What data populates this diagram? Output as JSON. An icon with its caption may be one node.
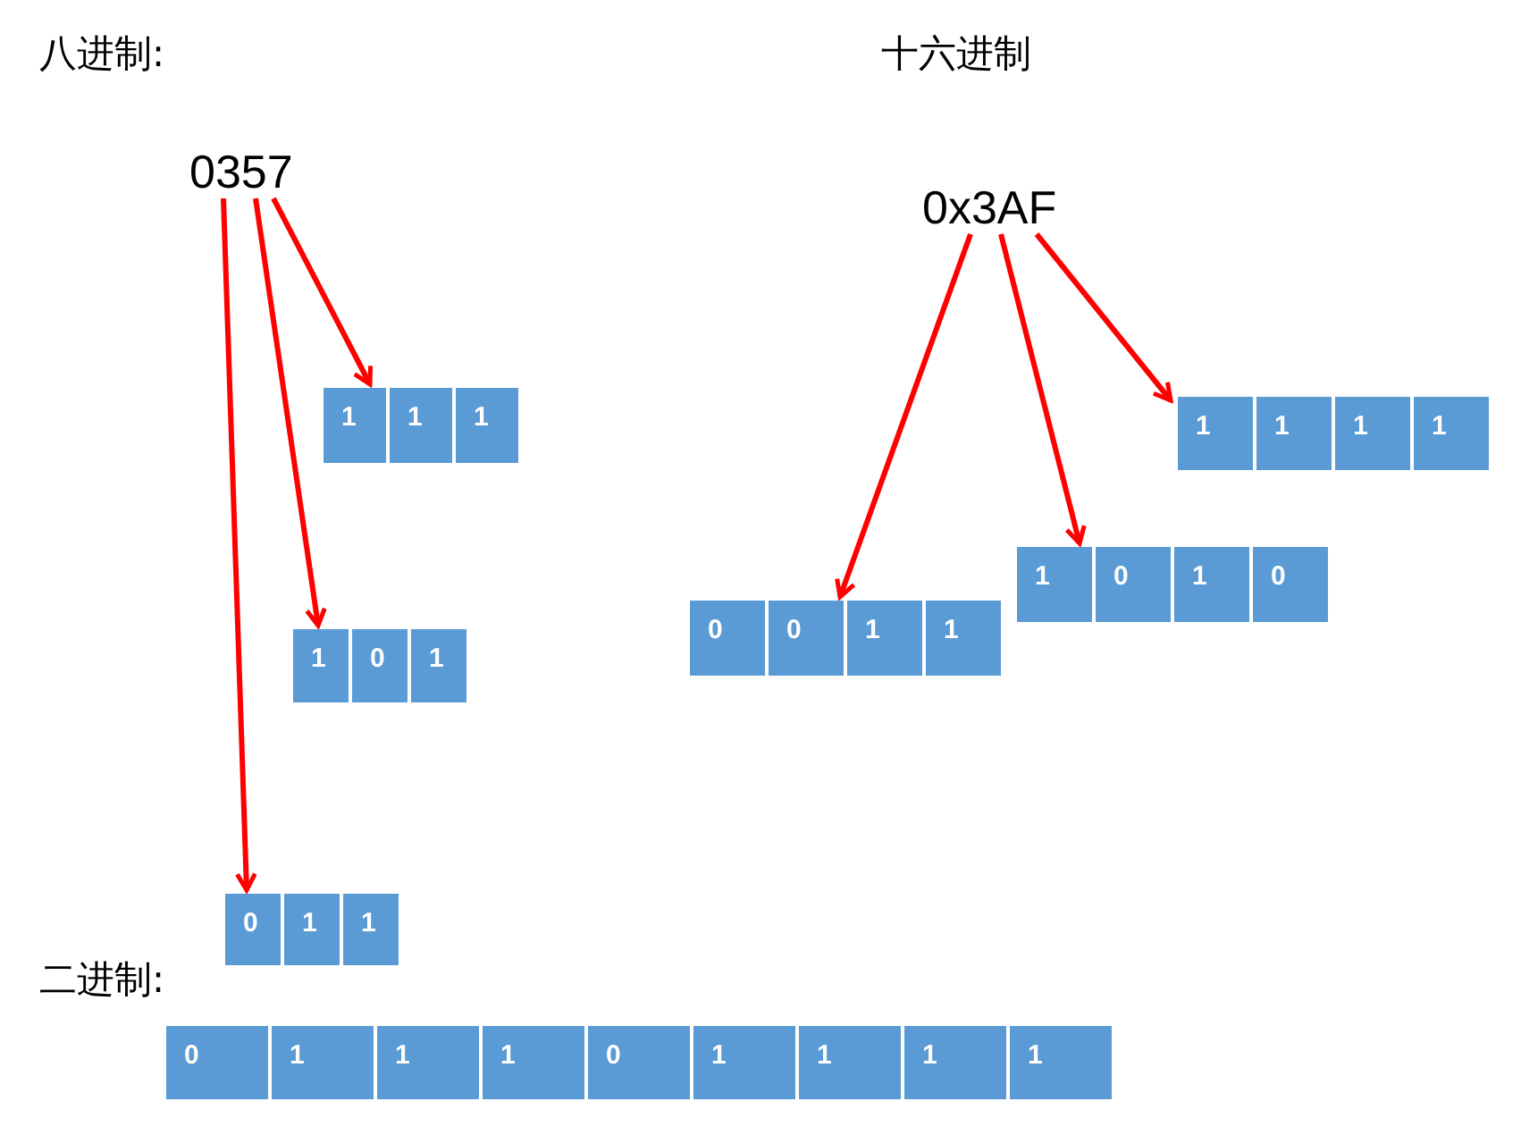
{
  "diagram": {
    "nodes": [
      {
        "text": [
          "0357"
        ]
      },
      {
        "text": [
          "0x3AF"
        ]
      },
      {
        "text": [],
        "shape": "box"
      },
      {
        "text": [
          "1"
        ],
        "in": 2
      },
      {
        "text": [
          "1"
        ],
        "in": 2
      },
      {
        "text": [
          "1"
        ],
        "in": 2
      },
      {
        "text": [],
        "shape": "box"
      },
      {
        "text": [
          "1"
        ],
        "in": 6
      },
      {
        "text": [
          "1"
        ],
        "in": 6
      },
      {
        "text": [
          "1"
        ],
        "in": 6
      },
      {
        "text": [
          "1"
        ],
        "in": 6
      },
      {
        "text": [],
        "shape": "box"
      },
      {
        "text": [
          "1"
        ],
        "in": 11
      },
      {
        "text": [
          "0"
        ],
        "in": 11
      },
      {
        "text": [
          "1"
        ],
        "in": 11
      },
      {
        "text": [
          "0"
        ],
        "in": 11
      },
      {
        "text": [],
        "shape": "box"
      },
      {
        "text": [
          "0"
        ],
        "in": 16
      },
      {
        "text": [
          "0"
        ],
        "in": 16
      },
      {
        "text": [
          "1"
        ],
        "in": 16
      },
      {
        "text": [
          "1"
        ],
        "in": 16
      },
      {
        "text": [],
        "shape": "box"
      },
      {
        "text": [
          "1"
        ],
        "in": 21
      },
      {
        "text": [
          "0"
        ],
        "in": 21
      },
      {
        "text": [
          "1"
        ],
        "in": 21
      },
      {
        "text": [],
        "shape": "box"
      },
      {
        "text": [
          "0"
        ],
        "in": 25
      },
      {
        "text": [
          "1"
        ],
        "in": 25
      },
      {
        "text": [
          "1"
        ],
        "in": 25
      },
      {
        "text": [
          "0"
        ]
      },
      {
        "text": [
          "1"
        ]
      },
      {
        "text": [
          "1"
        ]
      },
      {
        "text": [
          "1"
        ]
      },
      {
        "text": [
          "0"
        ]
      },
      {
        "text": [
          "1"
        ]
      },
      {
        "text": [
          "1"
        ]
      },
      {
        "text": [
          "1"
        ]
      },
      {
        "text": [
          "1"
        ]
      }
    ],
    "edges": [
      {
        "from": 0,
        "to": 2,
        "arrow": "to"
      },
      {
        "from": 0,
        "to": 21,
        "arrow": "to"
      },
      {
        "from": 0,
        "to": 25,
        "arrow": "to"
      },
      {
        "from": 1,
        "to": 16,
        "arrow": "to"
      },
      {
        "from": 1,
        "to": 11,
        "arrow": "to"
      },
      {
        "from": 1,
        "to": 6,
        "arrow": "to"
      }
    ],
    "labels": [
      "八进制:",
      "十六进制",
      "二进制:"
    ]
  }
}
